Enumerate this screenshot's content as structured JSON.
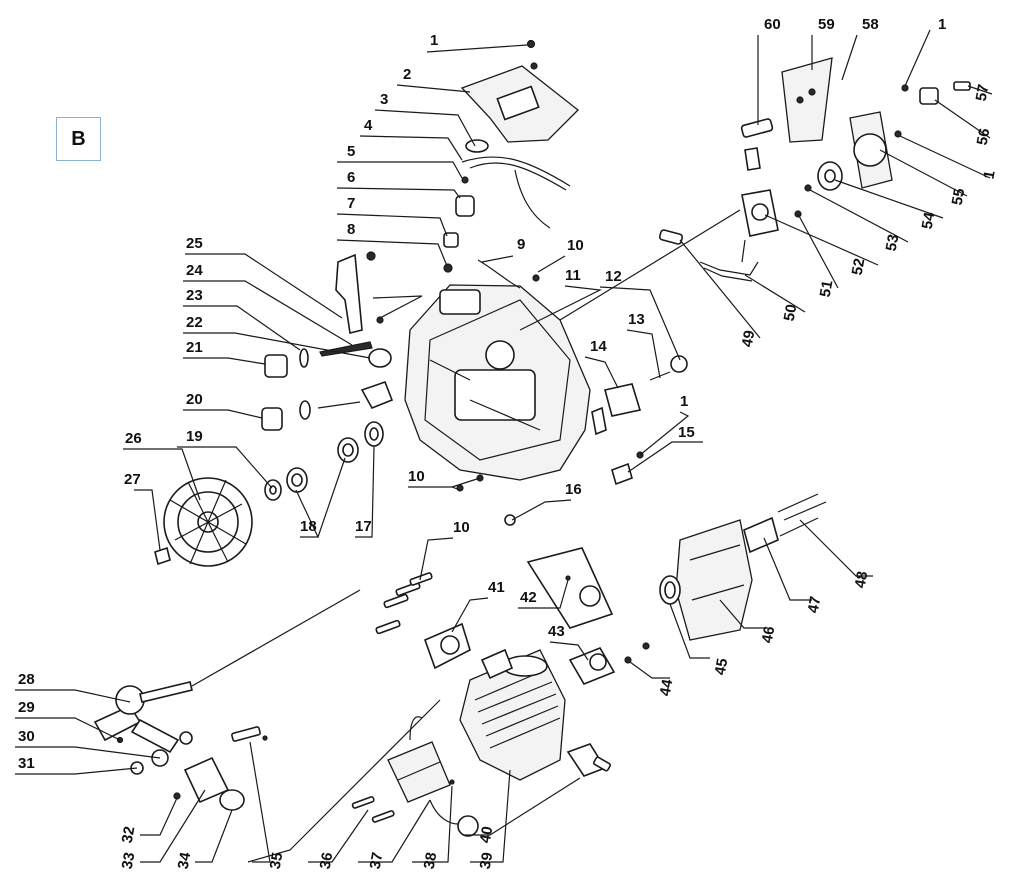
{
  "diagram": {
    "section_label": "B",
    "callouts": [
      "1",
      "2",
      "3",
      "4",
      "5",
      "6",
      "7",
      "8",
      "9",
      "10",
      "11",
      "12",
      "13",
      "14",
      "1",
      "15",
      "16",
      "10",
      "25",
      "24",
      "23",
      "22",
      "21",
      "20",
      "26",
      "19",
      "27",
      "18",
      "17",
      "10",
      "41",
      "42",
      "43",
      "44",
      "45",
      "46",
      "47",
      "48",
      "28",
      "29",
      "30",
      "31",
      "32",
      "33",
      "34",
      "35",
      "36",
      "37",
      "38",
      "39",
      "40",
      "60",
      "59",
      "58",
      "1",
      "57",
      "56",
      "1",
      "55",
      "54",
      "53",
      "52",
      "51",
      "50",
      "49"
    ],
    "colors": {
      "ink": "#1a1a1a",
      "badge_border": "#8fb0cc"
    }
  }
}
